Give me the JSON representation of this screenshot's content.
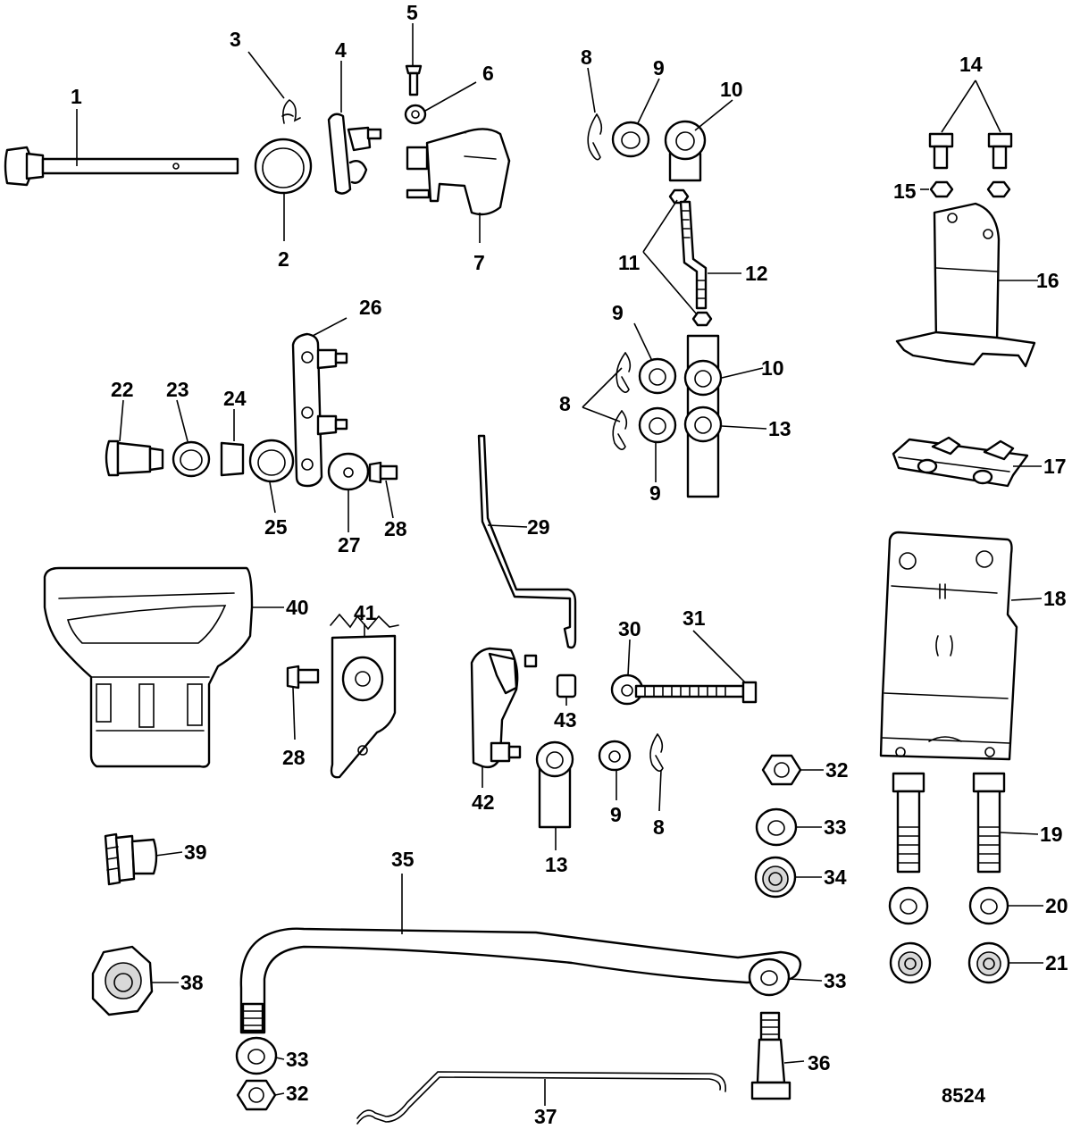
{
  "diagram": {
    "reference_number": "8524",
    "callouts": [
      {
        "id": "c1",
        "text": "1"
      },
      {
        "id": "c2",
        "text": "2"
      },
      {
        "id": "c3",
        "text": "3"
      },
      {
        "id": "c4",
        "text": "4"
      },
      {
        "id": "c5",
        "text": "5"
      },
      {
        "id": "c6",
        "text": "6"
      },
      {
        "id": "c7",
        "text": "7"
      },
      {
        "id": "c8a",
        "text": "8"
      },
      {
        "id": "c9a",
        "text": "9"
      },
      {
        "id": "c10a",
        "text": "10"
      },
      {
        "id": "c11",
        "text": "11"
      },
      {
        "id": "c12",
        "text": "12"
      },
      {
        "id": "c14",
        "text": "14"
      },
      {
        "id": "c15",
        "text": "15"
      },
      {
        "id": "c16",
        "text": "16"
      },
      {
        "id": "c9b",
        "text": "9"
      },
      {
        "id": "c10b",
        "text": "10"
      },
      {
        "id": "c8b",
        "text": "8"
      },
      {
        "id": "c13a",
        "text": "13"
      },
      {
        "id": "c9c",
        "text": "9"
      },
      {
        "id": "c17",
        "text": "17"
      },
      {
        "id": "c26",
        "text": "26"
      },
      {
        "id": "c22",
        "text": "22"
      },
      {
        "id": "c23",
        "text": "23"
      },
      {
        "id": "c24",
        "text": "24"
      },
      {
        "id": "c25",
        "text": "25"
      },
      {
        "id": "c27",
        "text": "27"
      },
      {
        "id": "c28a",
        "text": "28"
      },
      {
        "id": "c29",
        "text": "29"
      },
      {
        "id": "c18",
        "text": "18"
      },
      {
        "id": "c40",
        "text": "40"
      },
      {
        "id": "c41",
        "text": "41"
      },
      {
        "id": "c30",
        "text": "30"
      },
      {
        "id": "c31",
        "text": "31"
      },
      {
        "id": "c43",
        "text": "43"
      },
      {
        "id": "c28b",
        "text": "28"
      },
      {
        "id": "c42",
        "text": "42"
      },
      {
        "id": "c9d",
        "text": "9"
      },
      {
        "id": "c8c",
        "text": "8"
      },
      {
        "id": "c13b",
        "text": "13"
      },
      {
        "id": "c32a",
        "text": "32"
      },
      {
        "id": "c33a",
        "text": "33"
      },
      {
        "id": "c19",
        "text": "19"
      },
      {
        "id": "c39",
        "text": "39"
      },
      {
        "id": "c35",
        "text": "35"
      },
      {
        "id": "c34",
        "text": "34"
      },
      {
        "id": "c20",
        "text": "20"
      },
      {
        "id": "c21",
        "text": "21"
      },
      {
        "id": "c38",
        "text": "38"
      },
      {
        "id": "c33b",
        "text": "33"
      },
      {
        "id": "c33c",
        "text": "33"
      },
      {
        "id": "c36",
        "text": "36"
      },
      {
        "id": "c32b",
        "text": "32"
      },
      {
        "id": "c37",
        "text": "37"
      }
    ]
  }
}
